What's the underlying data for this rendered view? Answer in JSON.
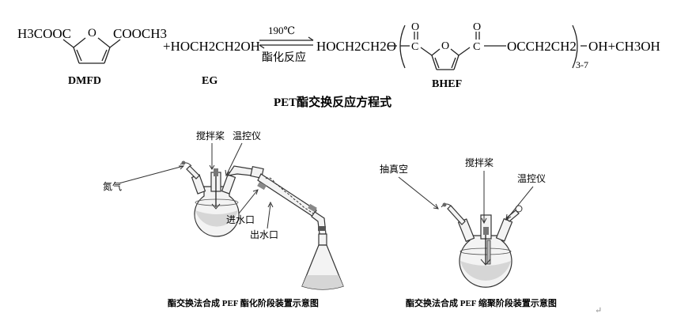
{
  "reaction": {
    "reactant1_formula_left": "H3COOC",
    "reactant1_formula_right": "COOCH3",
    "reactant1_name": "DMFD",
    "reactant2_formula": "+HOCH2CH2OH",
    "reactant2_name": "EG",
    "condition_top": "190℃",
    "condition_bottom": "酯化反应",
    "product_left": "HOCH2CH2O",
    "product_chain": "OCCH2CH2",
    "product_subscript": "3-7",
    "product_end": "OH+CH3OH",
    "product_name": "BHEF",
    "ring_o": "O",
    "carbonyl_o": "O",
    "carbonyl_c": "C",
    "title": "PET酯交换反应方程式"
  },
  "apparatus_left": {
    "label_stirrer": "搅拌桨",
    "label_thermometer": "温控仪",
    "label_nitrogen": "氮气",
    "label_water_in": "进水口",
    "label_water_out": "出水口",
    "caption": "酯交换法合成 PEF 酯化阶段装置示意图"
  },
  "apparatus_right": {
    "label_vacuum": "抽真空",
    "label_stirrer": "搅拌桨",
    "label_thermometer": "温控仪",
    "caption": "酯交换法合成 PEF 缩聚阶段装置示意图"
  },
  "return_mark": "↵"
}
